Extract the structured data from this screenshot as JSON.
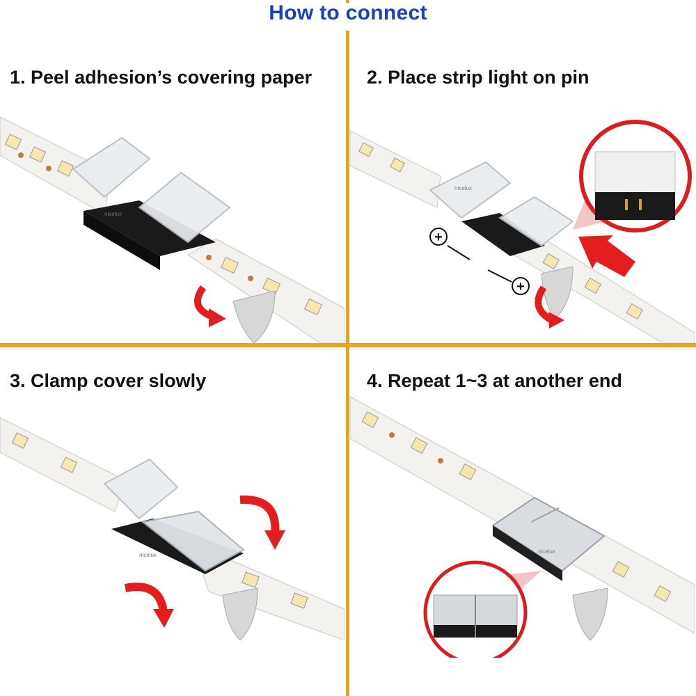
{
  "header": {
    "title": "How to connect"
  },
  "steps": [
    {
      "label": "1. Peel adhesion’s covering paper"
    },
    {
      "label": "2. Place strip light on pin"
    },
    {
      "label": "3. Clamp cover slowly"
    },
    {
      "label": "4. Repeat 1~3 at another end"
    }
  ],
  "brand": "nicelux",
  "colors": {
    "title": "#1a3fbf",
    "divider": "#e8a21c",
    "arrow": "#e31e1e"
  }
}
